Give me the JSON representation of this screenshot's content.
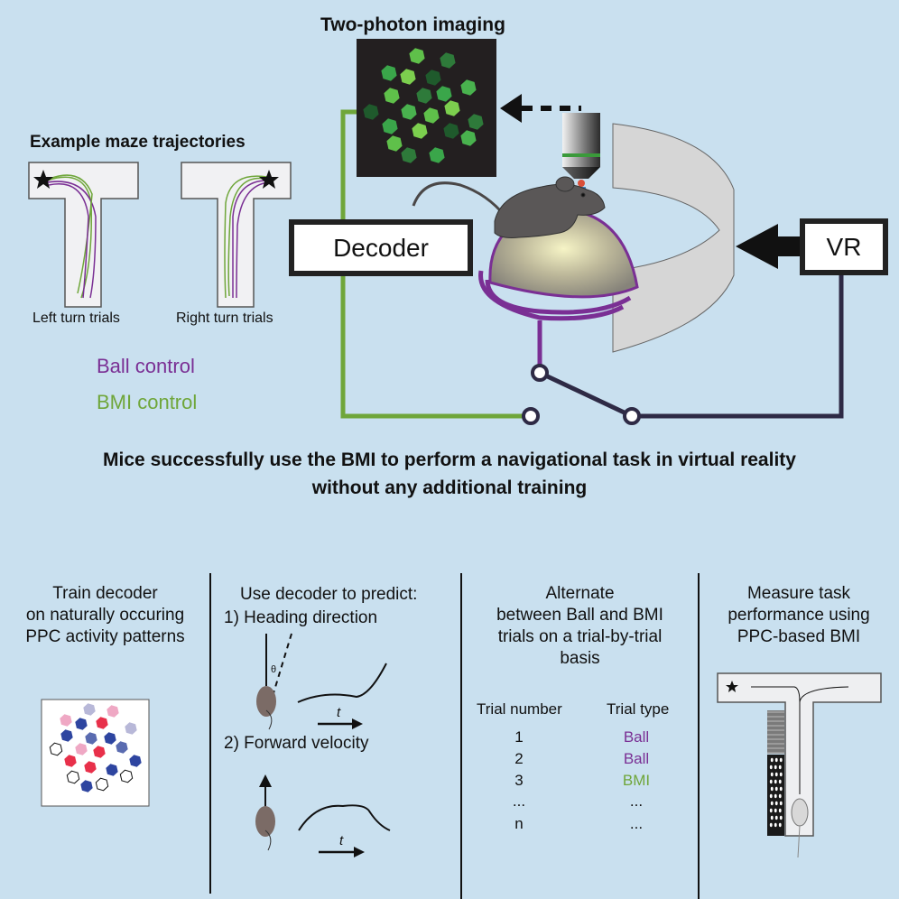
{
  "top": {
    "imaging_title": "Two-photon imaging",
    "maze_title": "Example maze trajectories",
    "left_maze_label": "Left turn trials",
    "right_maze_label": "Right turn trials",
    "legend": [
      {
        "label": "Ball control",
        "color": "#7a2f94"
      },
      {
        "label": "BMI control",
        "color": "#6fa63a"
      }
    ],
    "decoder_label": "Decoder",
    "vr_label": "VR"
  },
  "headline": {
    "line1": "Mice successfully use the BMI to perform a navigational task in virtual reality",
    "line2": "without any additional training"
  },
  "steps": [
    {
      "title_lines": [
        "Train decoder",
        "on naturally occuring",
        "PPC activity patterns"
      ]
    },
    {
      "title": "Use decoder to predict:",
      "item1": "1) Heading direction",
      "theta_symbol": "θ",
      "time_symbol": "t",
      "item2": "2) Forward velocity"
    },
    {
      "title_lines": [
        "Alternate",
        "between Ball and BMI",
        "trials on a trial-by-trial",
        "basis"
      ],
      "table_headers": [
        "Trial number",
        "Trial type"
      ],
      "rows": [
        {
          "number": "1",
          "type": "Ball"
        },
        {
          "number": "2",
          "type": "Ball"
        },
        {
          "number": "3",
          "type": "BMI"
        },
        {
          "number": "...",
          "type": "..."
        },
        {
          "number": "n",
          "type": "..."
        }
      ]
    },
    {
      "title_lines": [
        "Measure task",
        "performance using",
        "PPC-based BMI"
      ]
    }
  ],
  "colors": {
    "background": "#c9e0ef",
    "ball": "#7a2f94",
    "bmi": "#6fa63a",
    "dark_wire": "#2e2a45"
  }
}
